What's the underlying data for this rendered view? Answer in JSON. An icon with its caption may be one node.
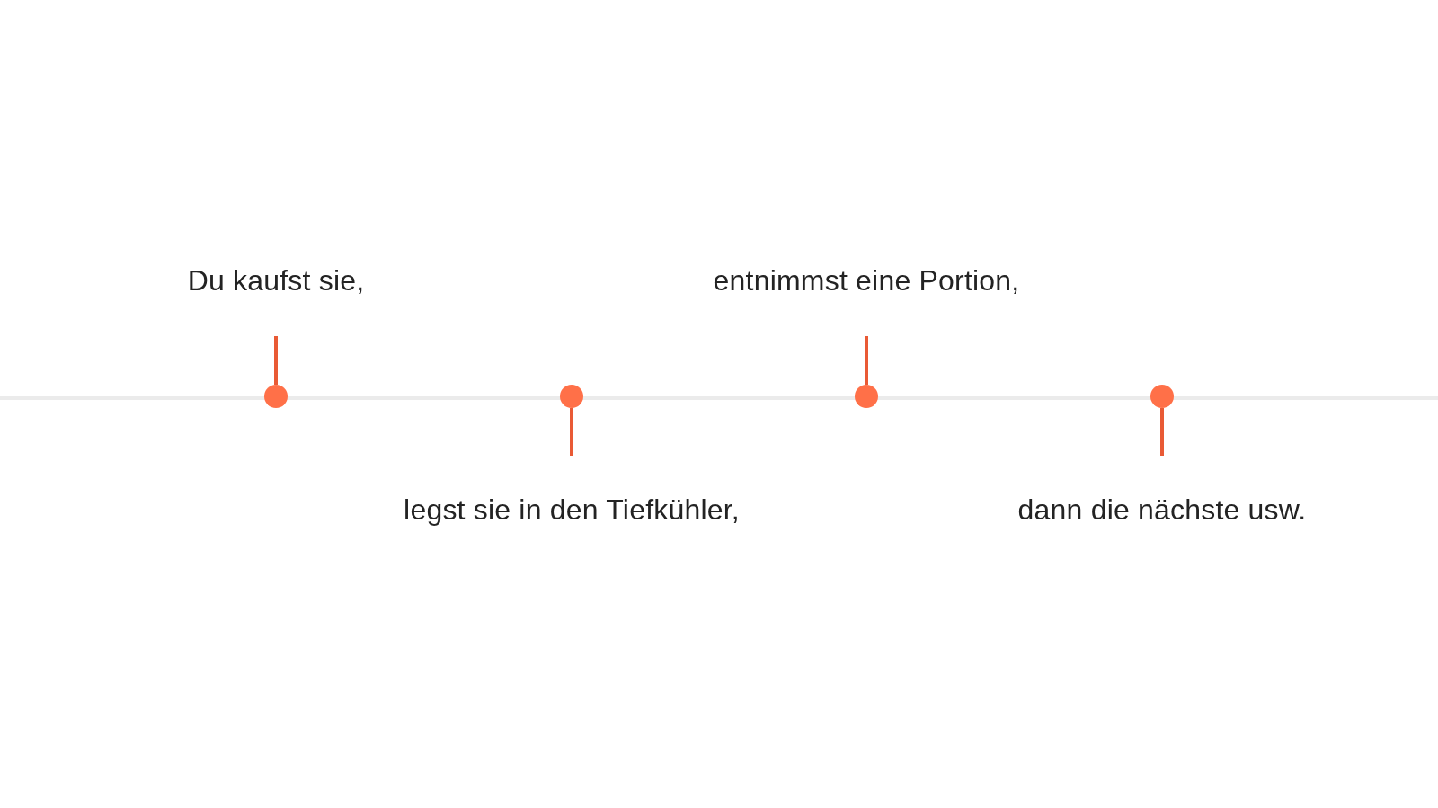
{
  "diagram": {
    "nodes": [
      {
        "text": [
          "Du kaufst sie,"
        ]
      },
      {
        "text": [
          "legst sie in den Tiefkühler,"
        ]
      },
      {
        "text": [
          "entnimmst eine Portion,"
        ]
      },
      {
        "text": [
          "dann die nächste usw."
        ]
      },
      {
        "text": [],
        "shape": "circle"
      },
      {
        "text": [],
        "shape": "circle"
      },
      {
        "text": [],
        "shape": "circle"
      },
      {
        "text": [],
        "shape": "circle"
      }
    ],
    "edges": [
      {
        "from": 0,
        "to": 4,
        "arrow": "none"
      },
      {
        "from": 1,
        "to": 5,
        "arrow": "none"
      },
      {
        "from": 2,
        "to": 6,
        "arrow": "none"
      },
      {
        "from": 3,
        "to": 7,
        "arrow": "none"
      }
    ]
  }
}
